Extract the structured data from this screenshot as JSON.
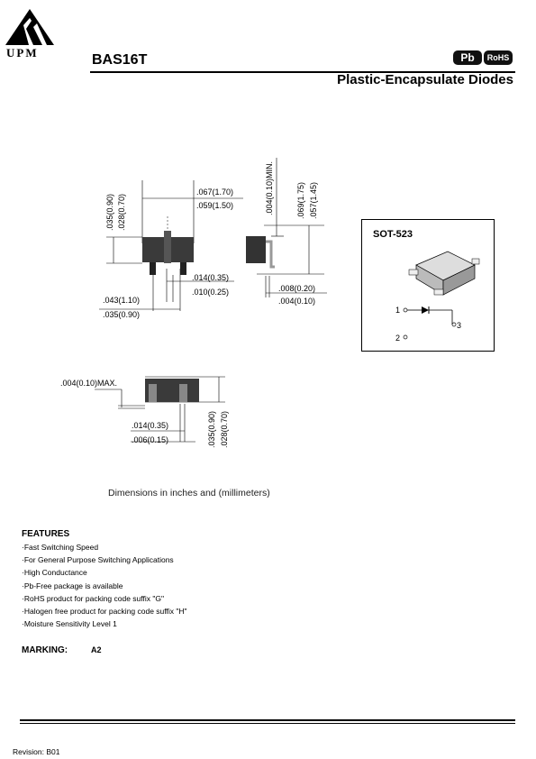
{
  "header": {
    "logo_text": "UPM",
    "part_number": "BAS16T",
    "badge_pb": "Pb",
    "badge_rohs": "RoHS",
    "subtitle": "Plastic-Encapsulate Diodes"
  },
  "package_box": {
    "title": "SOT-523",
    "pin1": "1",
    "pin2": "2",
    "pin3": "3"
  },
  "dimensions": {
    "top_width_max": ".067(1.70)",
    "top_width_min": ".059(1.50)",
    "lead_len_max": ".035(0.90)",
    "lead_len_min": ".028(0.70)",
    "lead_w_max": ".014(0.35)",
    "lead_w_min": ".010(0.25)",
    "pitch_max": ".043(1.10)",
    "pitch_min": ".035(0.90)",
    "side_min": ".004(0.10)MIN.",
    "height_max": ".069(1.75)",
    "height_min": ".057(1.45)",
    "thick_max": ".008(0.20)",
    "thick_min": ".004(0.10)",
    "standoff_max": ".004(0.10)MAX.",
    "bottom_w_max": ".014(0.35)",
    "bottom_w_min": ".006(0.15)",
    "body_h_max": ".035(0.90)",
    "body_h_min": ".028(0.70)"
  },
  "caption": "Dimensions in inches and (millimeters)",
  "features": {
    "title": "FEATURES",
    "items": [
      "·Fast Switching Speed",
      "·For General Purpose Switching Applications",
      "·High Conductance",
      "·Pb-Free package is available",
      "·RoHS product for packing code suffix \"G\"",
      "·Halogen free product for packing code suffix \"H\"",
      "·Moisture Sensitivity Level 1"
    ]
  },
  "marking": {
    "label": "MARKING:",
    "value": "A2"
  },
  "footer": {
    "revision": "Revision: B01"
  }
}
